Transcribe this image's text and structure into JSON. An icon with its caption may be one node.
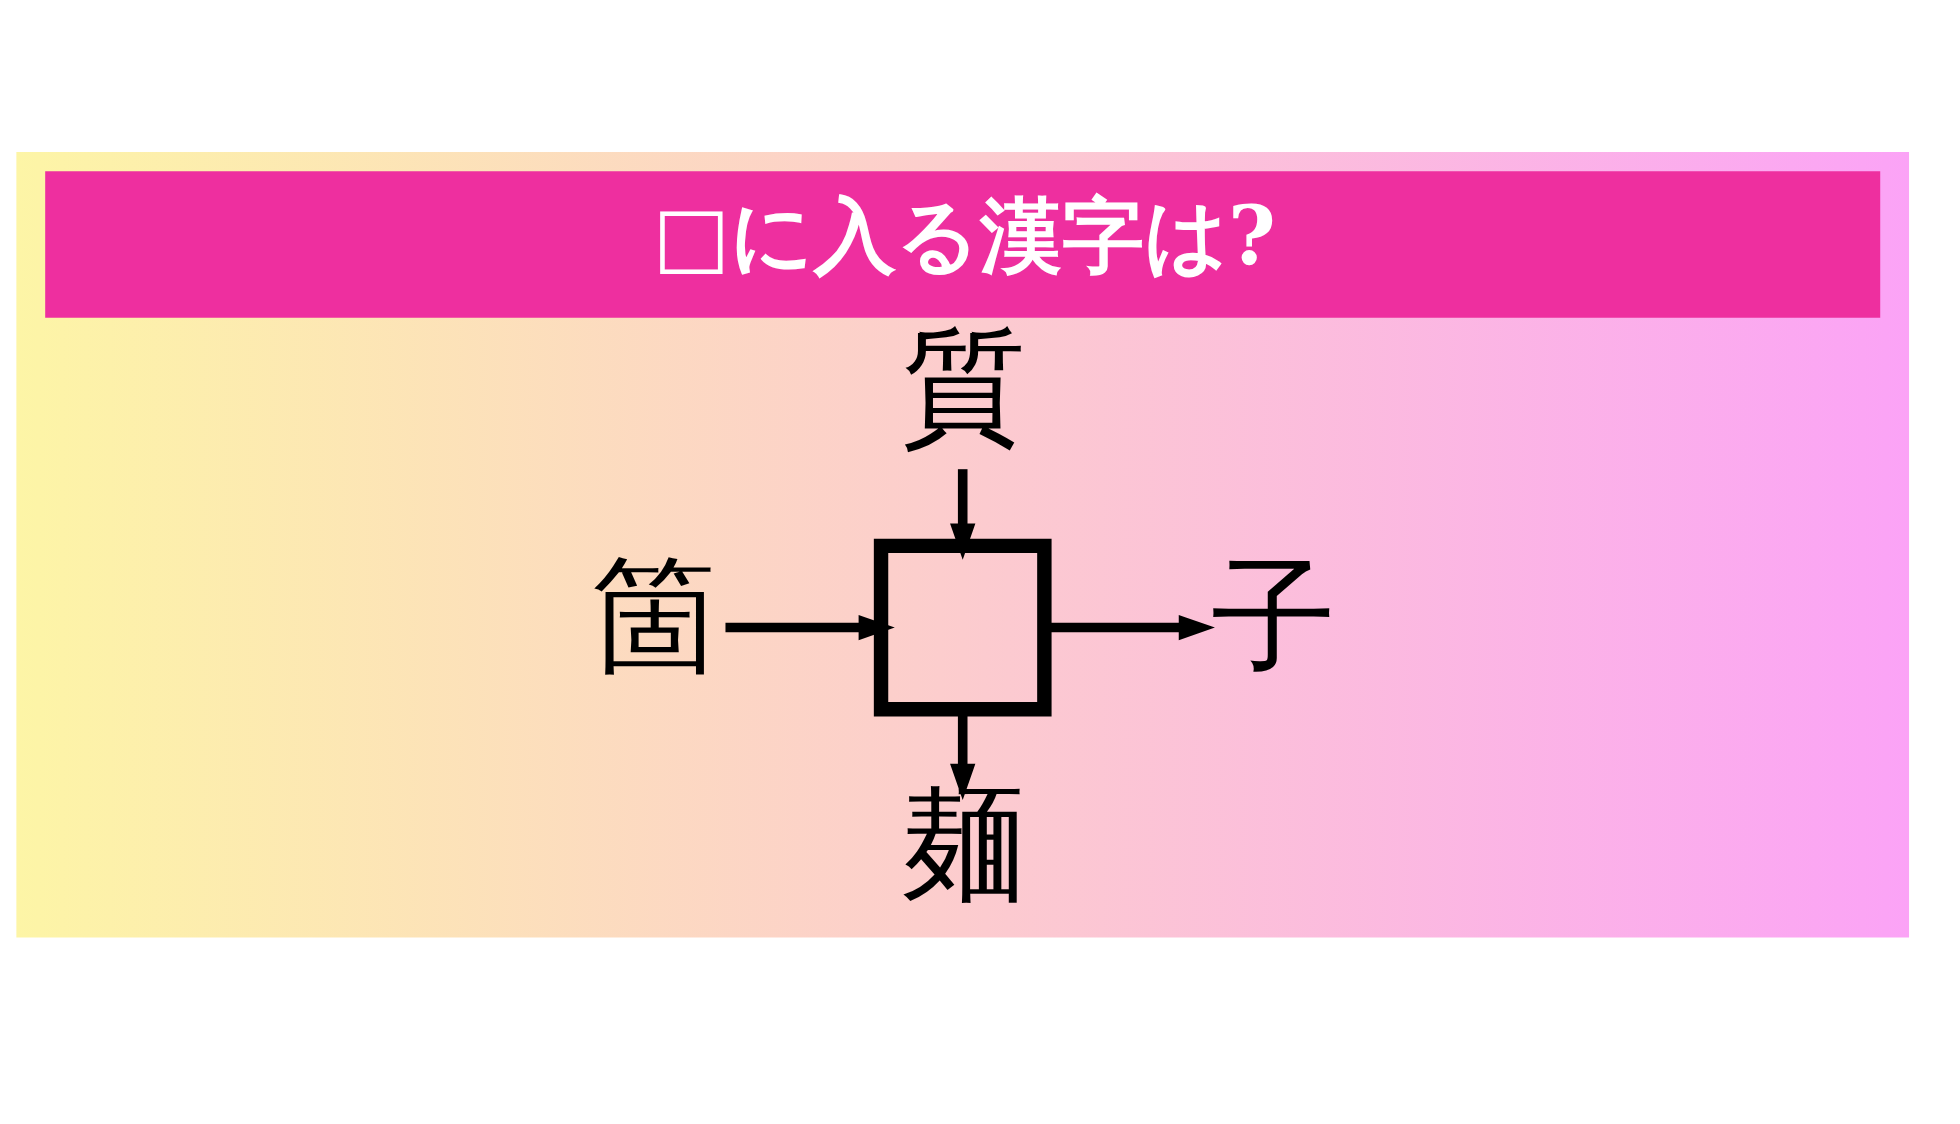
{
  "diagram": {
    "title": "□に入る漢字は?",
    "nodes": [
      {
        "text": [
          "質"
        ]
      },
      {
        "text": [
          "箇"
        ]
      },
      {
        "text": [],
        "shape": "box"
      },
      {
        "text": [
          "子"
        ]
      },
      {
        "text": [
          "麺"
        ]
      }
    ],
    "edges": [
      {
        "from": 0,
        "to": 2,
        "arrow": "to"
      },
      {
        "from": 1,
        "to": 2,
        "arrow": "to"
      },
      {
        "from": 2,
        "to": 3,
        "arrow": "to"
      },
      {
        "from": 2,
        "to": 4,
        "arrow": "to"
      }
    ]
  }
}
